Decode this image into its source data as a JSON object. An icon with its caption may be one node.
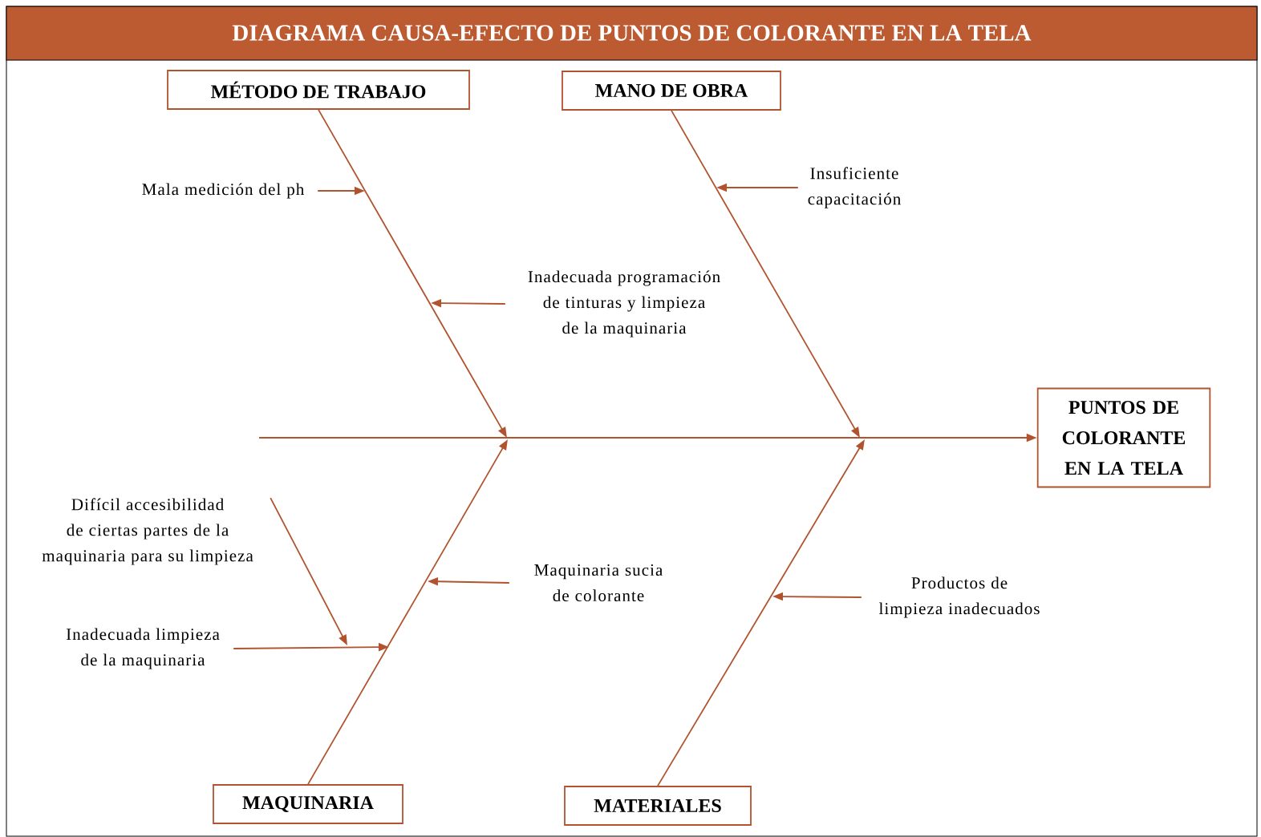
{
  "diagram": {
    "title": "DIAGRAMA CAUSA-EFECTO DE PUNTOS DE COLORANTE EN LA TELA",
    "nodes": [
      {
        "text": [
          "MÉTODO DE TRABAJO"
        ]
      },
      {
        "text": [
          "MANO DE OBRA"
        ]
      },
      {
        "text": [
          "PUNTOS DE COLORANTE EN LA TELA"
        ]
      },
      {
        "text": [
          "MAQUINARIA"
        ]
      },
      {
        "text": [
          "MATERIALES"
        ]
      },
      {
        "text": [
          "Mala medición del ph"
        ]
      },
      {
        "text": [
          "Insuficiente capacitación"
        ]
      },
      {
        "text": [
          "Inadecuada programación de tinturas y limpieza de la maquinaria"
        ]
      },
      {
        "text": [
          "Difícil accesibilidad de ciertas partes de la maquinaria para su limpieza"
        ]
      },
      {
        "text": [
          "Maquinaria sucia de colorante"
        ]
      },
      {
        "text": [
          "Productos de limpieza inadecuados"
        ]
      },
      {
        "text": [
          "Inadecuada limpieza de la maquinaria"
        ]
      }
    ],
    "edges": [
      {
        "from": null,
        "to": 2,
        "arrow": "to"
      },
      {
        "from": 0,
        "to": null,
        "arrow": "to"
      },
      {
        "from": 1,
        "to": null,
        "arrow": "to"
      },
      {
        "from": 3,
        "to": null,
        "arrow": "to"
      },
      {
        "from": 4,
        "to": null,
        "arrow": "to"
      },
      {
        "from": 5,
        "to": null,
        "arrow": "to"
      },
      {
        "from": 6,
        "to": null,
        "arrow": "to"
      },
      {
        "from": 7,
        "to": null,
        "arrow": "to"
      },
      {
        "from": 8,
        "to": null,
        "arrow": "to"
      },
      {
        "from": 9,
        "to": null,
        "arrow": "to"
      },
      {
        "from": 10,
        "to": null,
        "arrow": "to"
      },
      {
        "from": 11,
        "to": null,
        "arrow": "to"
      }
    ]
  }
}
